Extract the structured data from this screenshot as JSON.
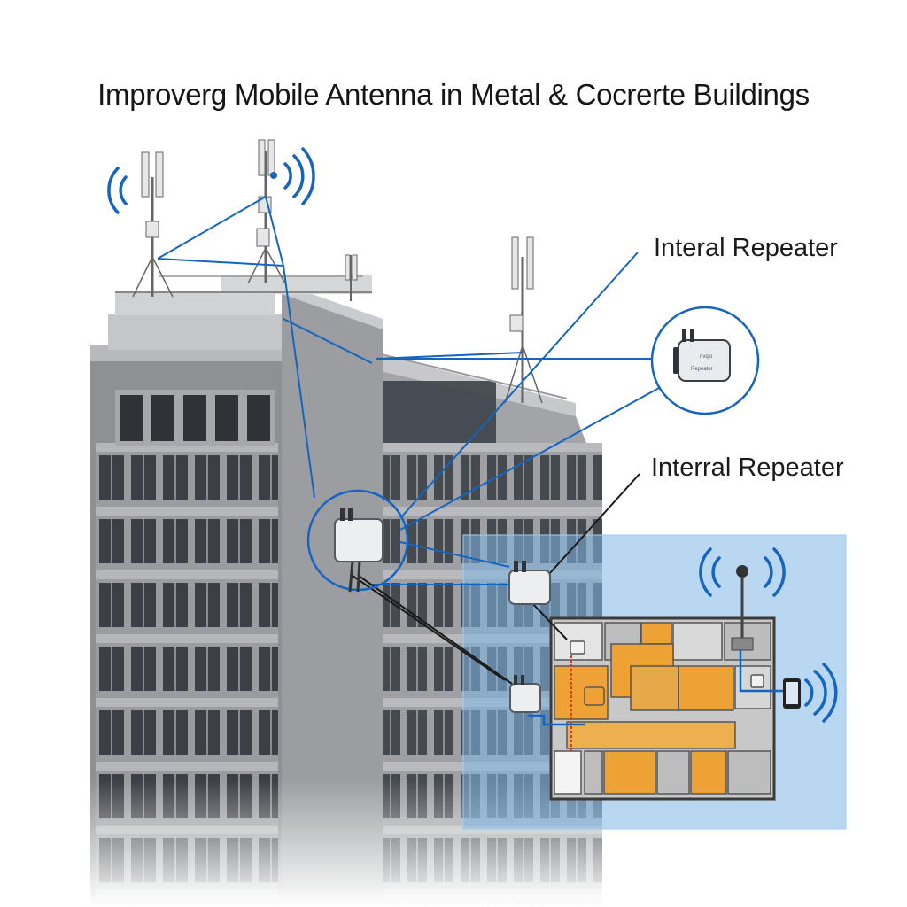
{
  "title": "Improverg Mobile Antenna in Metal & Cocrerte Buildings",
  "callouts": [
    {
      "label": "Interal Repeater"
    },
    {
      "label": "Interral Repeater"
    }
  ],
  "colors": {
    "signal_blue": "#1565c0",
    "building_gray": "#8e9094",
    "indoor_overlay": "#7fb6e6",
    "room_orange": "#eea236",
    "link_black": "#1a1a1a"
  },
  "icons": [
    "antenna-mast-icon",
    "repeater-device-icon",
    "signal-wave-icon",
    "smartphone-icon"
  ]
}
